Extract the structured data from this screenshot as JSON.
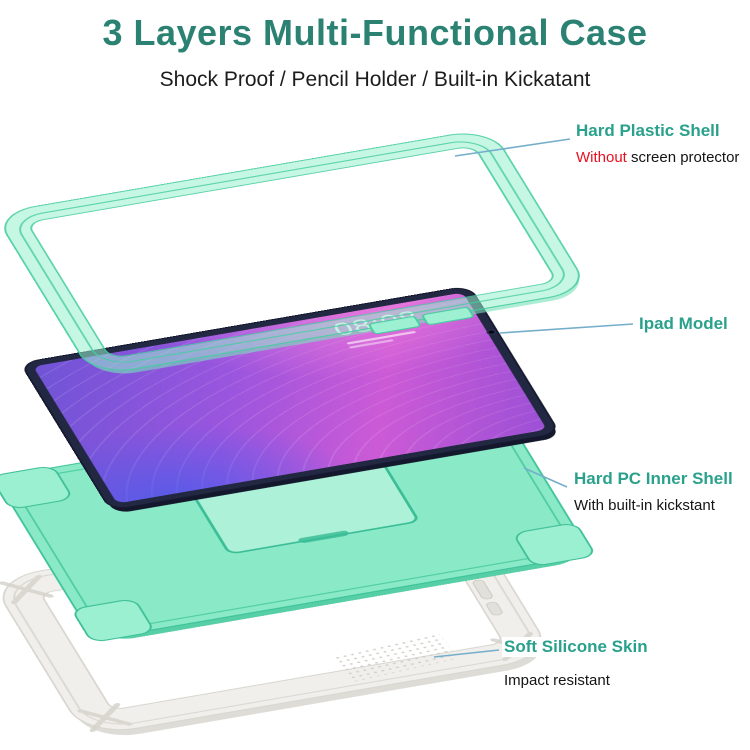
{
  "header": {
    "title": "3 Layers Multi-Functional Case",
    "subtitle": "Shock Proof / Pencil Holder / Built-in Kickatant"
  },
  "callouts": {
    "plastic_shell": {
      "label": "Hard Plastic Shell",
      "note_highlight": "Without",
      "note_rest": " screen protector"
    },
    "tablet": {
      "label": "Ipad Model"
    },
    "inner_shell": {
      "label": "Hard PC Inner Shell",
      "note": "With built-in kickstant"
    },
    "skin": {
      "label": "Soft Silicone Skin",
      "note": "Impact resistant"
    }
  },
  "tablet": {
    "time": "08:08"
  },
  "colors": {
    "title_teal": "#2c8272",
    "label_teal": "#2aa18c",
    "highlight_red": "#ea0f1e",
    "mint_green": "#8aeac7",
    "mint_edge": "#3ec29a",
    "silicone_gray": "#f0efeb",
    "tablet_navy": "#232842",
    "callout_line_blue": "#74aecb"
  }
}
